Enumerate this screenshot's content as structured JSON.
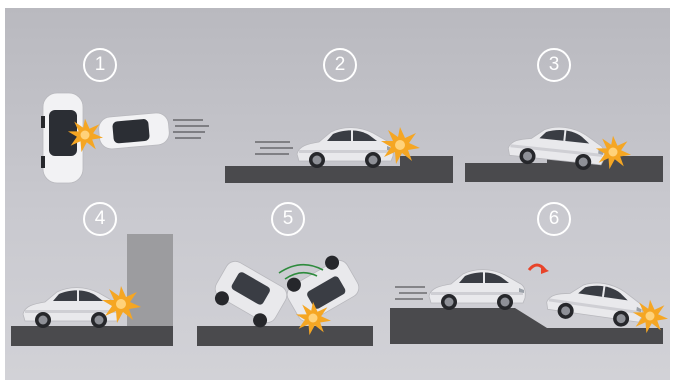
{
  "steps": [
    {
      "number": "1",
      "scenario": "side-impact"
    },
    {
      "number": "2",
      "scenario": "frontal-impact-on-step"
    },
    {
      "number": "3",
      "scenario": "front-underside-impact"
    },
    {
      "number": "4",
      "scenario": "pillar-impact"
    },
    {
      "number": "5",
      "scenario": "rollover"
    },
    {
      "number": "6",
      "scenario": "ramp-drop-impact"
    }
  ],
  "colors": {
    "background": "#c5c5cb",
    "ground": "#4a4a4d",
    "car_body": "#e9e9ec",
    "impact": "#f5a623",
    "pillar": "#9c9c9f",
    "rollover_arc": "#2e8b3d",
    "flip_arrow": "#e8442a"
  }
}
